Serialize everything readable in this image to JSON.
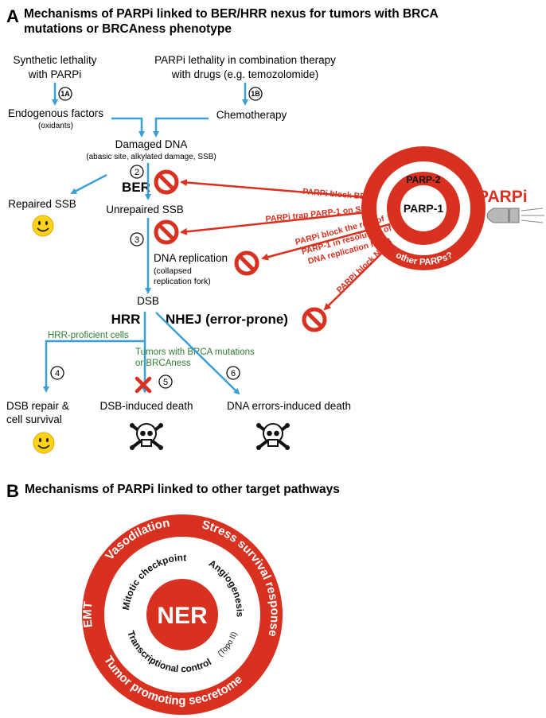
{
  "panel_a": {
    "letter": "A",
    "title_line1": "Mechanisms of PARPi linked to BER/HRR nexus for tumors with BRCA",
    "title_line2": "mutations or BRCAness phenotype",
    "synthetic_line1": "Synthetic lethality",
    "synthetic_line2": "with PARPi",
    "combo_line1": "PARPi lethality in combination therapy",
    "combo_line2": "with drugs (e.g. temozolomide)",
    "step_1a": "1A",
    "step_1b": "1B",
    "endogenous": "Endogenous factors",
    "oxidants": "(oxidants)",
    "chemotherapy": "Chemotherapy",
    "damaged_dna": "Damaged DNA",
    "damaged_detail": "(abasic site, alkylated damage, SSB)",
    "step_2": "2",
    "ber": "BER",
    "repaired_ssb": "Repaired SSB",
    "unrepaired_ssb": "Unrepaired SSB",
    "step_3": "3",
    "dna_replication": "DNA replication",
    "collapsed_line1": "(collapsed",
    "collapsed_line2": "replication fork)",
    "dsb": "DSB",
    "hrr": "HRR",
    "nhej": "NHEJ (error-prone)",
    "hrr_proficient": "HRR-proficient cells",
    "tumors_line1": "Tumors with BRCA mutations",
    "tumors_line2": "or BRCAness",
    "step_4": "4",
    "step_5": "5",
    "step_6": "6",
    "dsb_repair_line1": "DSB repair &",
    "dsb_repair_line2": "cell survival",
    "dsb_death": "DSB-induced death",
    "dna_errors_death": "DNA errors-induced death",
    "parp2": "PARP-2",
    "parp1": "PARP-1",
    "other_parps": "other PARPs?",
    "parpi": "PARPi",
    "block_ber": "PARPi block BER",
    "trap_parp1": "PARPi trap PARP-1 on SSB",
    "block_role_1": "PARPi block the role of",
    "block_role_2": "PARP-1 in resolution of",
    "block_role_3": "DNA replication forks",
    "block_nhej": "PARPi block NHEJ"
  },
  "panel_b": {
    "letter": "B",
    "title": "Mechanisms of PARPi linked to other target pathways",
    "center": "NER",
    "outer_vasodilation": "Vasodilation",
    "outer_stress": "Stress survival response",
    "outer_emt": "EMT",
    "outer_tumor": "Tumor promoting secretome",
    "inner_mitotic": "Mitotic checkpoint",
    "inner_angiogenesis": "Angiogenesis",
    "inner_transcriptional": "Transcriptional control",
    "inner_topo": "(Topo II)"
  },
  "colors": {
    "red": "#d8311f",
    "blue": "#3a9fd6",
    "green": "#2f7d32",
    "smiley": "#ffd21a"
  }
}
